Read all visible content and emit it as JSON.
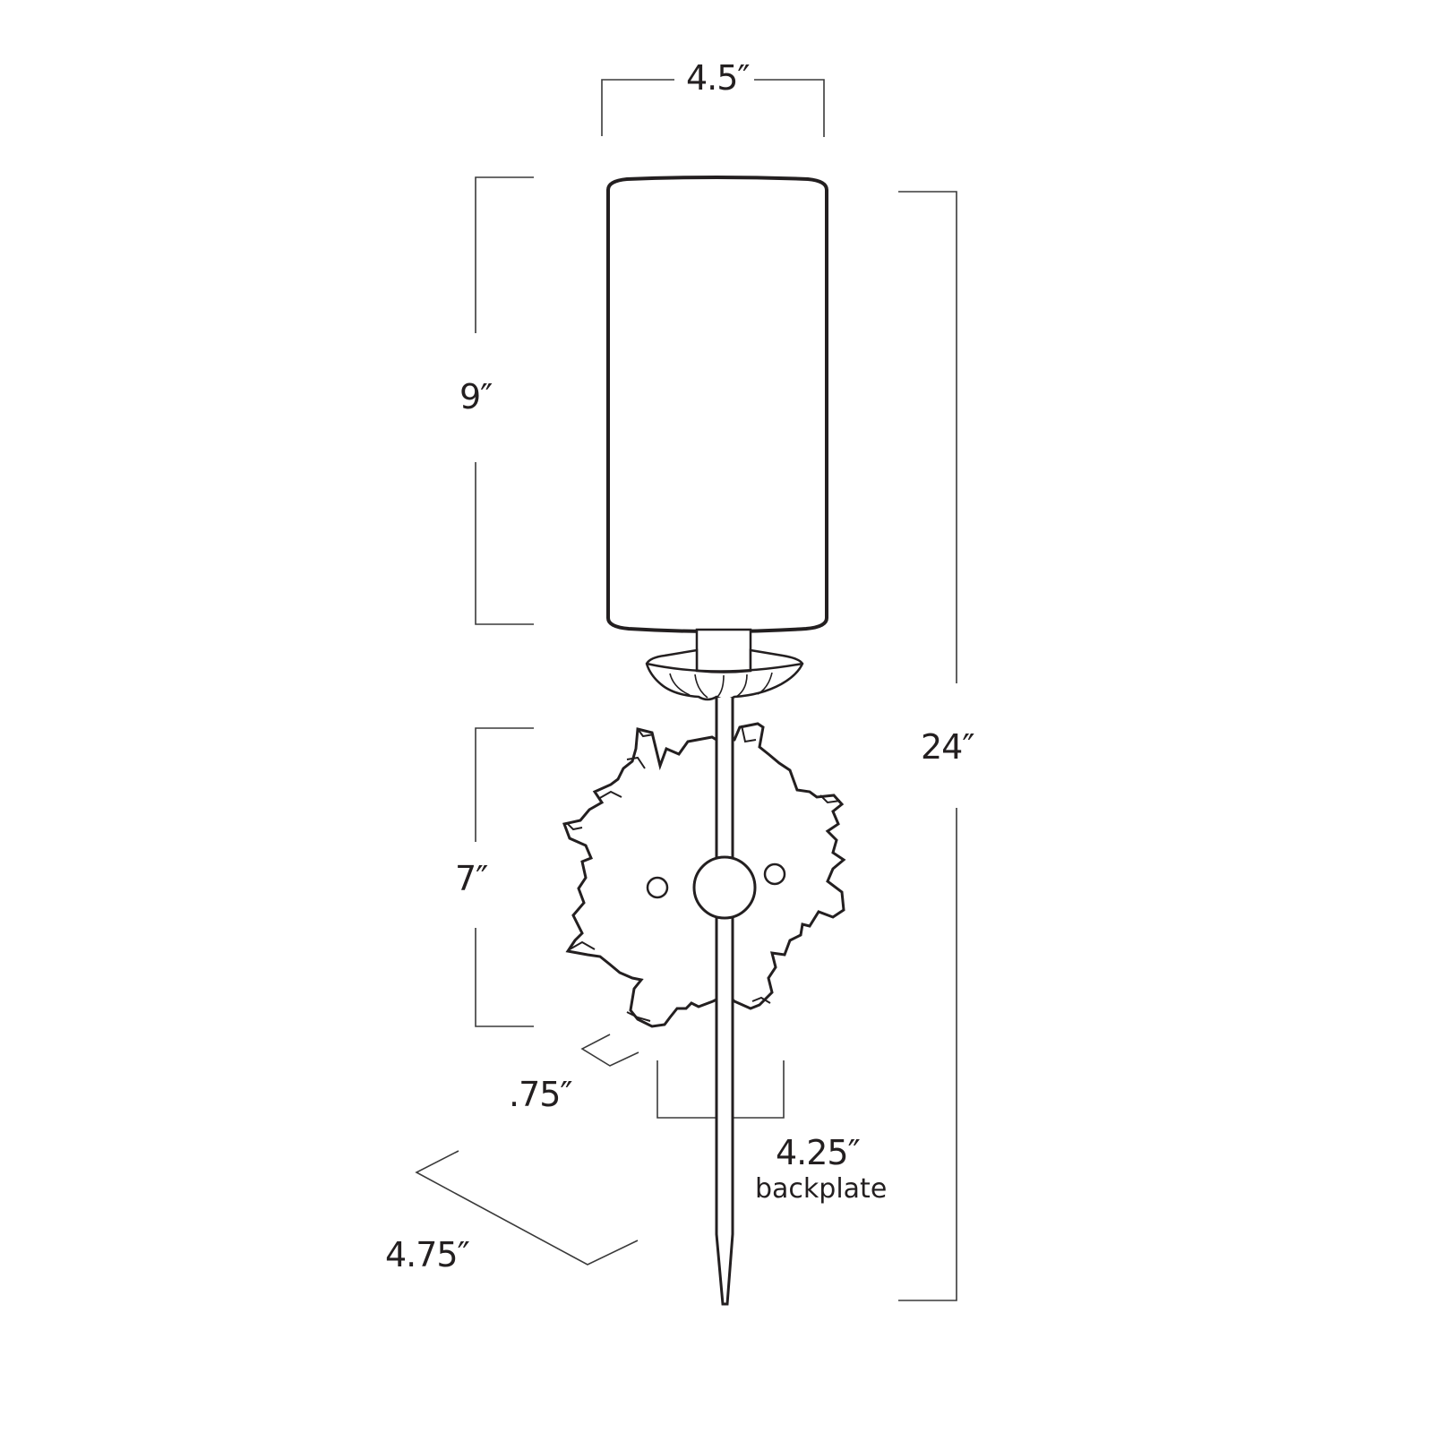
{
  "diagram": {
    "subject": "wall sconce dimension drawing",
    "colors": {
      "line": "#231f20",
      "dim_line": "#3a3a3a",
      "background": "#ffffff"
    },
    "dimensions": {
      "shade_width": {
        "value": "4.5″"
      },
      "shade_height": {
        "value": "9″"
      },
      "overall_height": {
        "value": "24″"
      },
      "backplate_height": {
        "value": "7″"
      },
      "backplate_depth": {
        "value": ".75″"
      },
      "backplate_width": {
        "value": "4.25″",
        "note": "backplate"
      },
      "overall_extension": {
        "value": "4.75″"
      }
    },
    "parts": [
      "cylinder shade",
      "socket cup",
      "scalloped bobeche",
      "rod stem",
      "jagged crystal backplate",
      "center canopy with two mounting screws"
    ]
  }
}
